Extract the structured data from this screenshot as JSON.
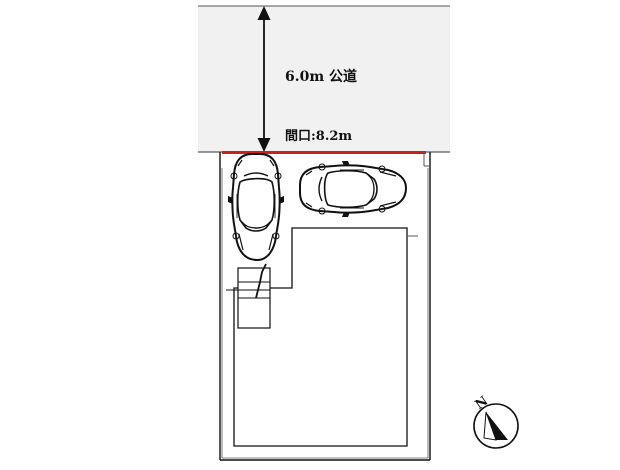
{
  "road": {
    "label": "6.0m 公道",
    "fill_color": "#f1f1f1"
  },
  "frontage": {
    "label": "間口:8.2m",
    "line_color": "#cc1f1f"
  },
  "compass": {
    "label": "N",
    "icon": "north-arrow-icon"
  },
  "parking": {
    "car_count": 2
  }
}
